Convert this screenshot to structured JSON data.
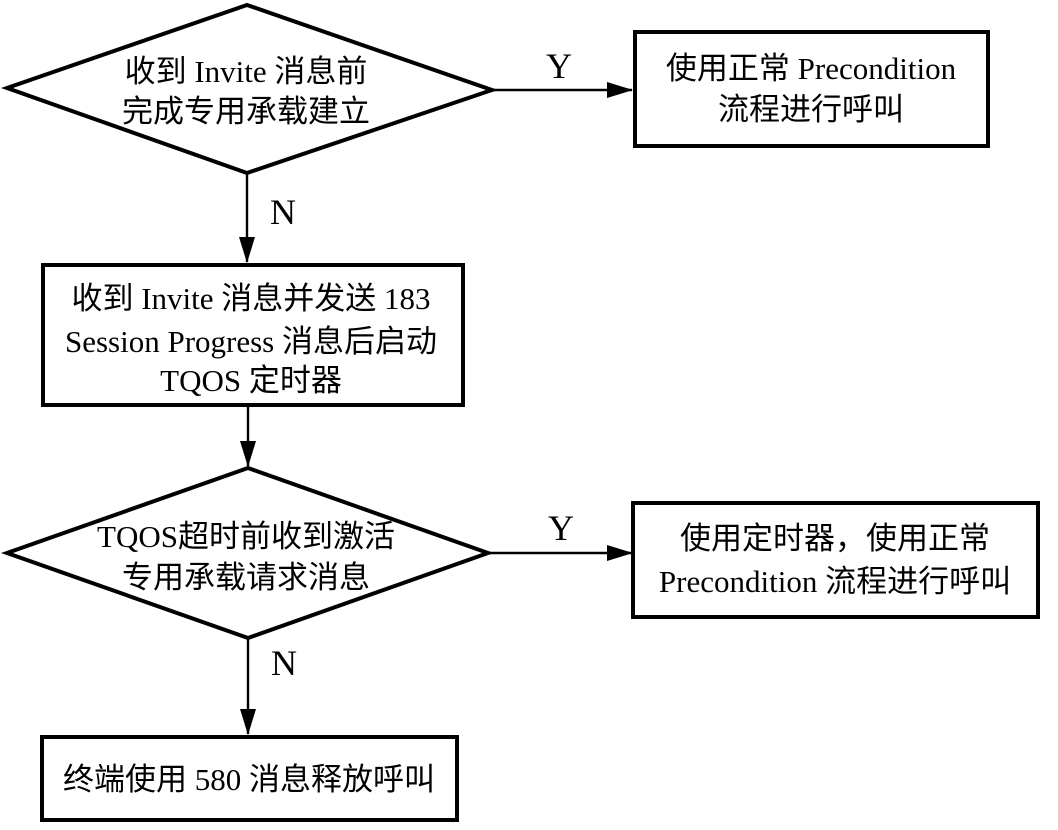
{
  "colors": {
    "line": "#000000",
    "background": "#ffffff",
    "text": "#000000"
  },
  "flowchart": {
    "decision1": {
      "line1": "收到 Invite 消息前",
      "line2": "完成专用承载建立"
    },
    "branch1": {
      "yes_label": "Y",
      "no_label": "N"
    },
    "result1": {
      "line1": "使用正常 Precondition",
      "line2": "流程进行呼叫"
    },
    "process1": {
      "line1": "收到 Invite 消息并发送 183",
      "line2": "Session Progress 消息后启动",
      "line3": "TQOS 定时器"
    },
    "decision2": {
      "line1": "TQOS超时前收到激活",
      "line2": "专用承载请求消息"
    },
    "branch2": {
      "yes_label": "Y",
      "no_label": "N"
    },
    "result2": {
      "line1": "使用定时器，使用正常",
      "line2": "Precondition 流程进行呼叫"
    },
    "terminal": {
      "line1": "终端使用 580 消息释放呼叫"
    }
  }
}
